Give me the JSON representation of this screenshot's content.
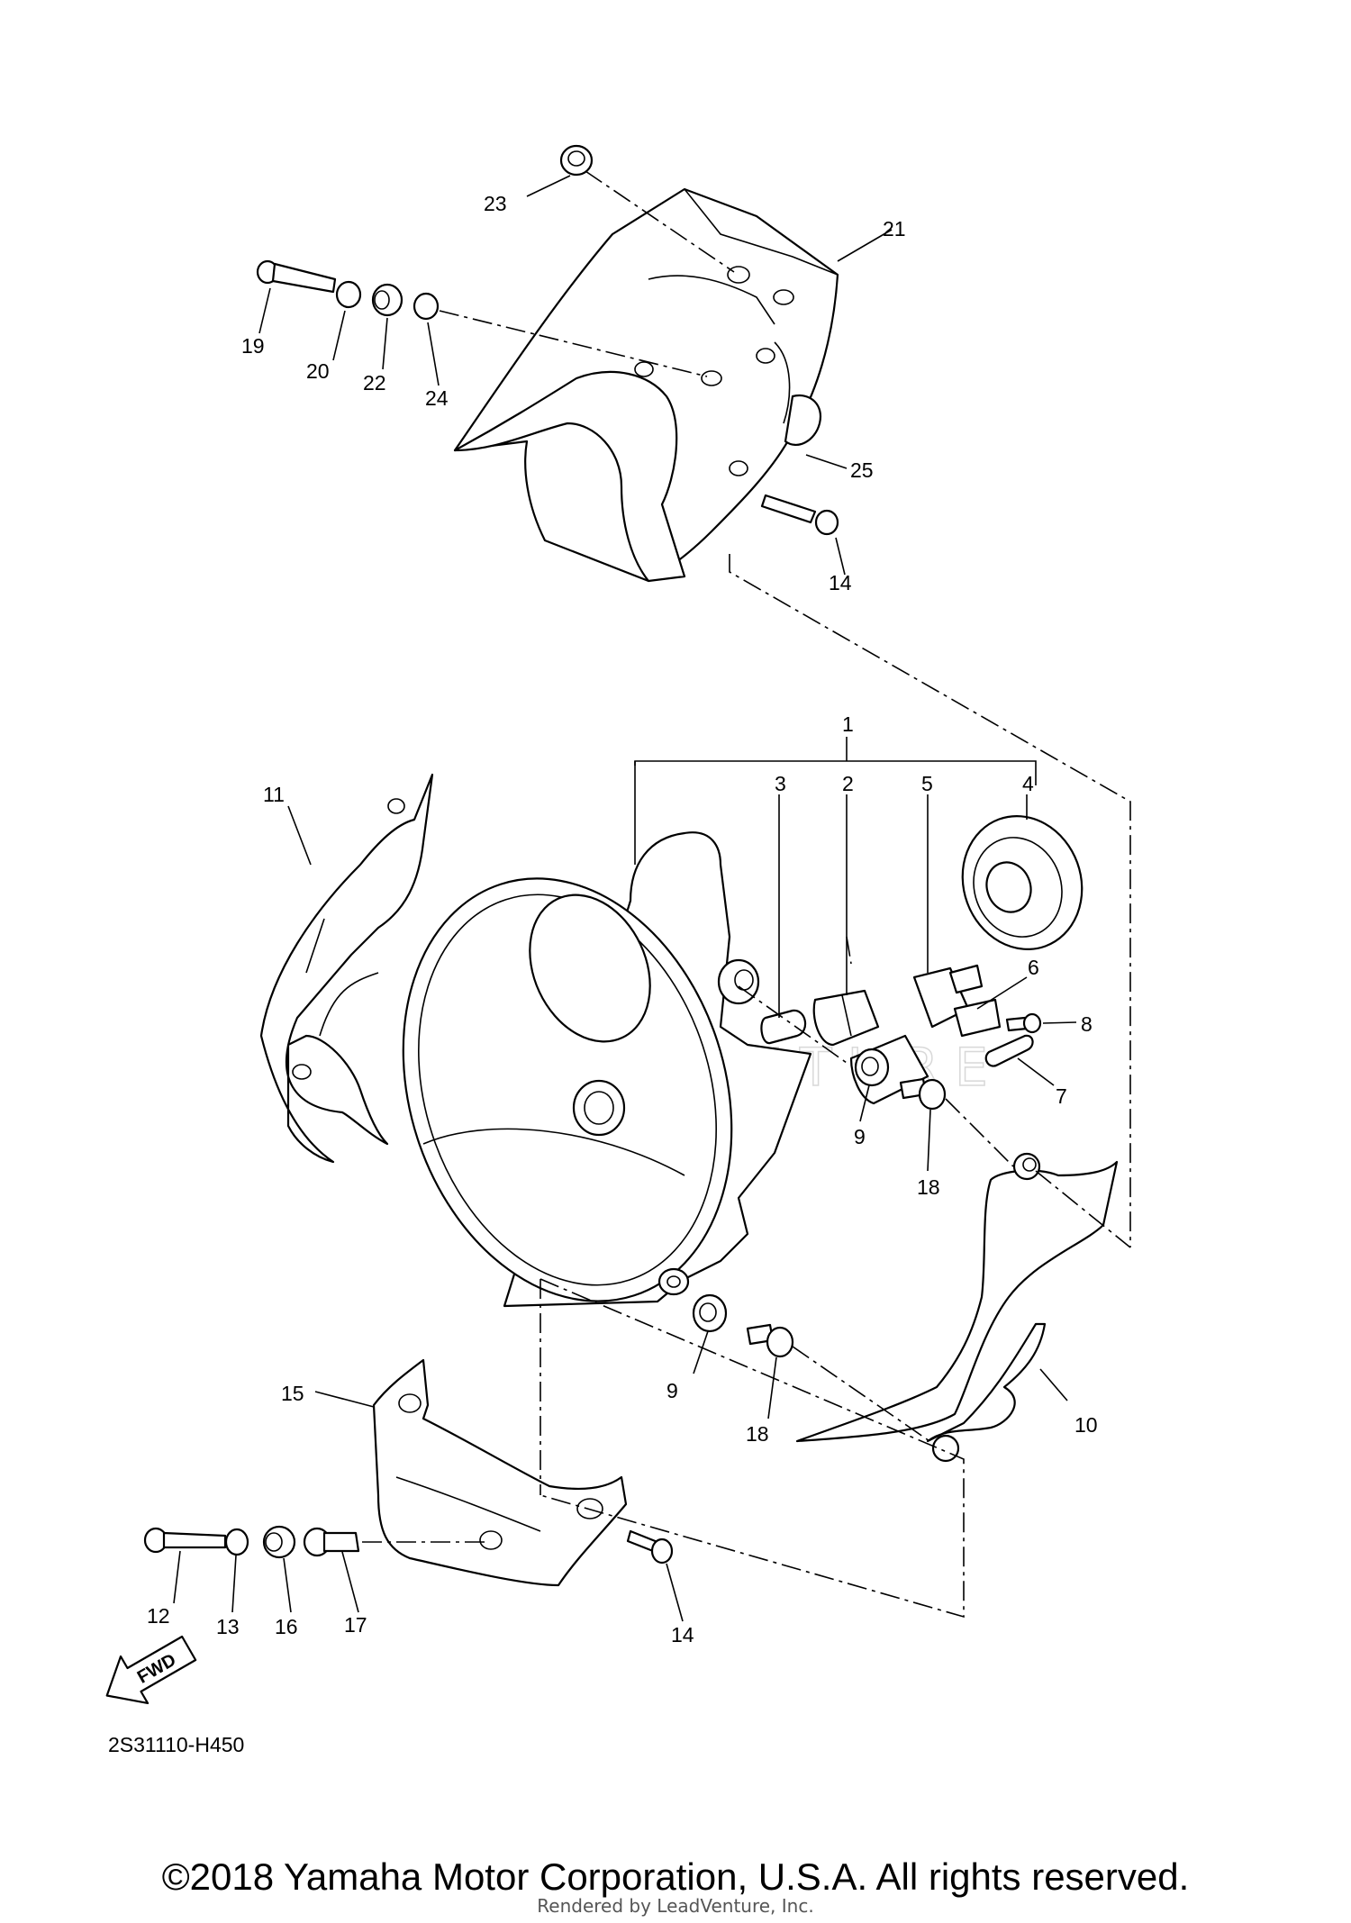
{
  "diagram": {
    "code": "2S31110-H450",
    "fwd": "FWD",
    "watermark": "LEADVENTURE",
    "copyright": "©2018 Yamaha Motor Corporation, U.S.A. All rights reserved.",
    "rendered_by": "Rendered by LeadVenture, Inc.",
    "callouts": {
      "c1": "1",
      "c2": "2",
      "c3": "3",
      "c4": "4",
      "c5": "5",
      "c6": "6",
      "c7": "7",
      "c8": "8",
      "c9a": "9",
      "c9b": "9",
      "c10": "10",
      "c11": "11",
      "c12": "12",
      "c13": "13",
      "c14a": "14",
      "c14b": "14",
      "c15": "15",
      "c16": "16",
      "c17": "17",
      "c18a": "18",
      "c18b": "18",
      "c19": "19",
      "c20": "20",
      "c21": "21",
      "c22": "22",
      "c23": "23",
      "c24": "24",
      "c25": "25"
    }
  }
}
